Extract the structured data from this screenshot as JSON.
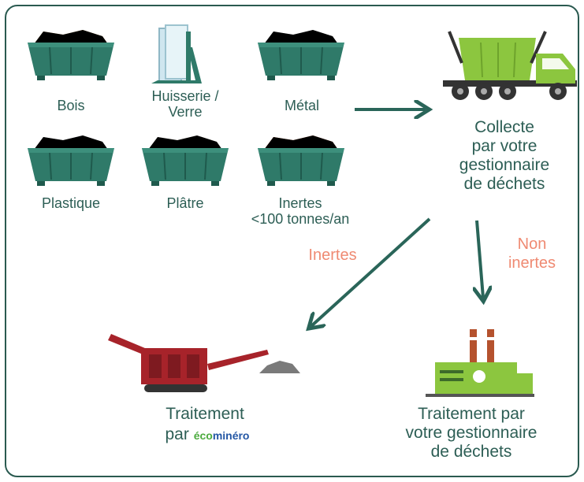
{
  "containers": [
    {
      "label": "Bois",
      "content_color": "#d8a24a"
    },
    {
      "label": "Huisserie /\nVerre",
      "content_color": "#cfe6ef"
    },
    {
      "label": "Métal",
      "content_color": "#b5b8bb"
    },
    {
      "label": "Plastique",
      "content_color": "#9ea2a6"
    },
    {
      "label": "Plâtre",
      "content_color": "#efe2cf"
    },
    {
      "label": "Inertes\n<100 tonnes/an",
      "content_color": "#d8602e"
    }
  ],
  "collecte": "Collecte\npar votre\ngestionnaire\nde déchets",
  "branch_inertes": "Inertes",
  "branch_non_inertes": "Non\ninertes",
  "treatment_left_line1": "Traitement",
  "treatment_left_line2": "par",
  "brand_part1": "éco",
  "brand_part2": "minéro",
  "treatment_right": "Traitement par\nvotre gestionnaire\nde déchets",
  "colors": {
    "container": "#2f7a69",
    "container_dark": "#1f5a4d",
    "arrow": "#2a6559",
    "text": "#2d5e55",
    "salmon": "#ef8a72",
    "truck": "#8cc63f",
    "crusher": "#a7232a",
    "factory": "#8cc63f"
  }
}
